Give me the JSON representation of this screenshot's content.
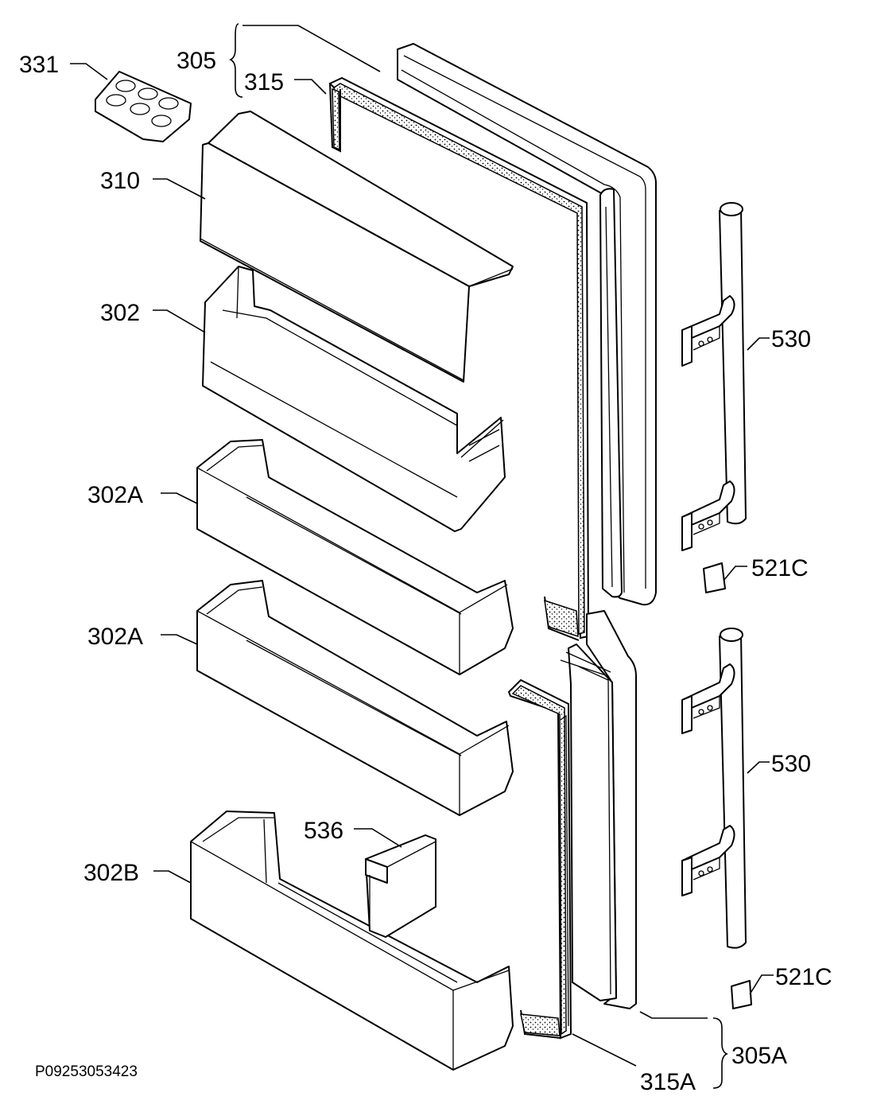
{
  "drawing_code": "P09253053423",
  "labels": {
    "p331": "331",
    "p305": "305",
    "p315": "315",
    "p310": "310",
    "p302": "302",
    "p302a_1": "302A",
    "p302a_2": "302A",
    "p302b": "302B",
    "p536": "536",
    "p530_1": "530",
    "p530_2": "530",
    "p521c_1": "521C",
    "p521c_2": "521C",
    "p305a": "305A",
    "p315a": "315A"
  }
}
